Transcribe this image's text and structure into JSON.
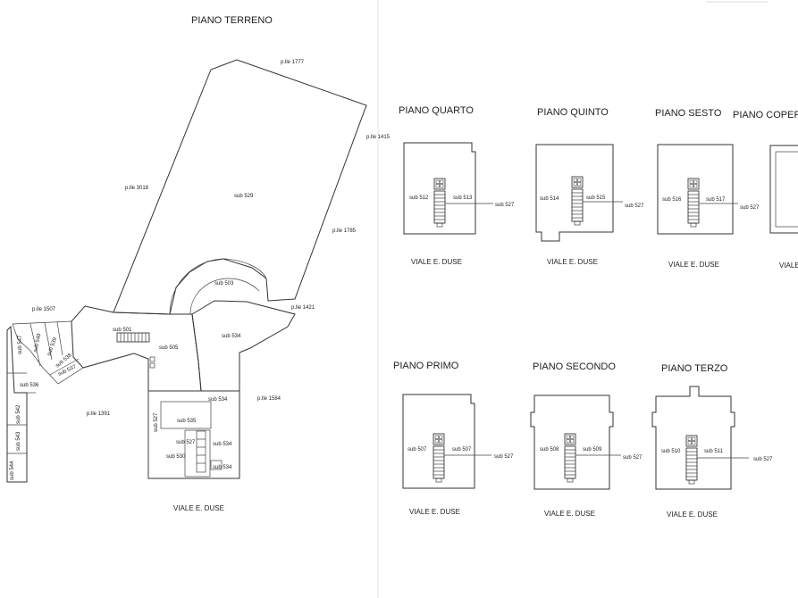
{
  "ground_floor": {
    "title": "PIANO TERRENO",
    "street": "VIALE E. DUSE",
    "labels": {
      "p1777": "p.lle 1777",
      "p1415": "p.lle 1415",
      "p3018": "p.lle 3018",
      "sub529": "sub 529",
      "p1785": "p.lle 1785",
      "sub503": "sub 503",
      "p1421": "p.lle 1421",
      "p1507": "p.lle 1507",
      "sub501": "sub 501",
      "sub505": "sub 505",
      "sub534a": "sub 534",
      "sub547": "sub 547",
      "sub540": "sub 540",
      "sub539": "sub 539",
      "sub538": "sub 538",
      "sub537": "sub 537",
      "sub536": "sub 536",
      "sub534b": "sub 534",
      "p1584": "p.lle 1584",
      "p1391": "p.lle 1391",
      "sub527": "sub 527",
      "sub535": "sub 535",
      "sub527b": "sub 527",
      "sub534c": "sub 534",
      "sub530": "sub 530",
      "sub534d": "sub 534",
      "sub542": "sub 542",
      "sub543": "sub 543",
      "sub544": "sub 544"
    }
  },
  "floors": {
    "quarto": {
      "title": "PIANO QUARTO",
      "left": "sub 512",
      "right": "sub 513",
      "side": "sub 527",
      "street": "VIALE E. DUSE"
    },
    "quinto": {
      "title": "PIANO   QUINTO",
      "left": "sub 514",
      "right": "sub 515",
      "side": "sub 527",
      "street": "VIALE E. DUSE"
    },
    "sesto": {
      "title": "PIANO SESTO",
      "left": "sub 516",
      "right": "sub 517",
      "side": "sub 527",
      "street": "VIALE E. DUSE"
    },
    "copertura": {
      "title": "PIANO COPERT",
      "street": "VIALE"
    },
    "primo": {
      "title": "PIANO PRIMO",
      "left": "sub 507",
      "right": "sub 507",
      "side": "sub 527",
      "street": "VIALE E. DUSE"
    },
    "secondo": {
      "title": "PIANO SECONDO",
      "left": "sub 508",
      "right": "sub 509",
      "side": "sub 527",
      "street": "VIALE E. DUSE"
    },
    "terzo": {
      "title": "PIANO TERZO",
      "left": "sub 510",
      "right": "sub 511",
      "side": "sub 527",
      "street": "VIALE E. DUSE"
    }
  }
}
